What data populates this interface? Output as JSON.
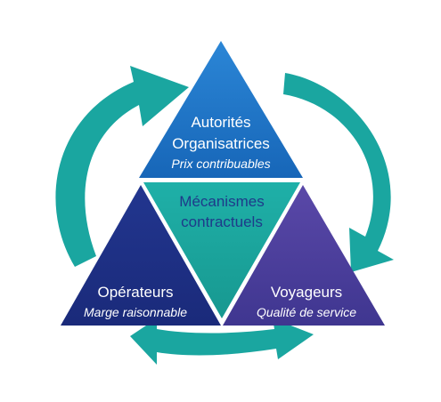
{
  "colors": {
    "arrows": "#1aa6a0",
    "top_triangle": "#1a73c8",
    "left_triangle": "#1c2f86",
    "right_triangle": "#4b3f9a",
    "center_triangle": "#1aa6a0",
    "center_text": "#1e3a8a"
  },
  "top": {
    "line1": "Autorités",
    "line2": "Organisatrices",
    "subtitle": "Prix contribuables"
  },
  "center": {
    "line1": "Mécanismes",
    "line2": "contractuels"
  },
  "left": {
    "title": "Opérateurs",
    "subtitle": "Marge raisonnable"
  },
  "right": {
    "title": "Voyageurs",
    "subtitle": "Qualité de service"
  },
  "icons": [
    "cycle-arrow-left",
    "cycle-arrow-right",
    "cycle-arrow-bottom"
  ]
}
